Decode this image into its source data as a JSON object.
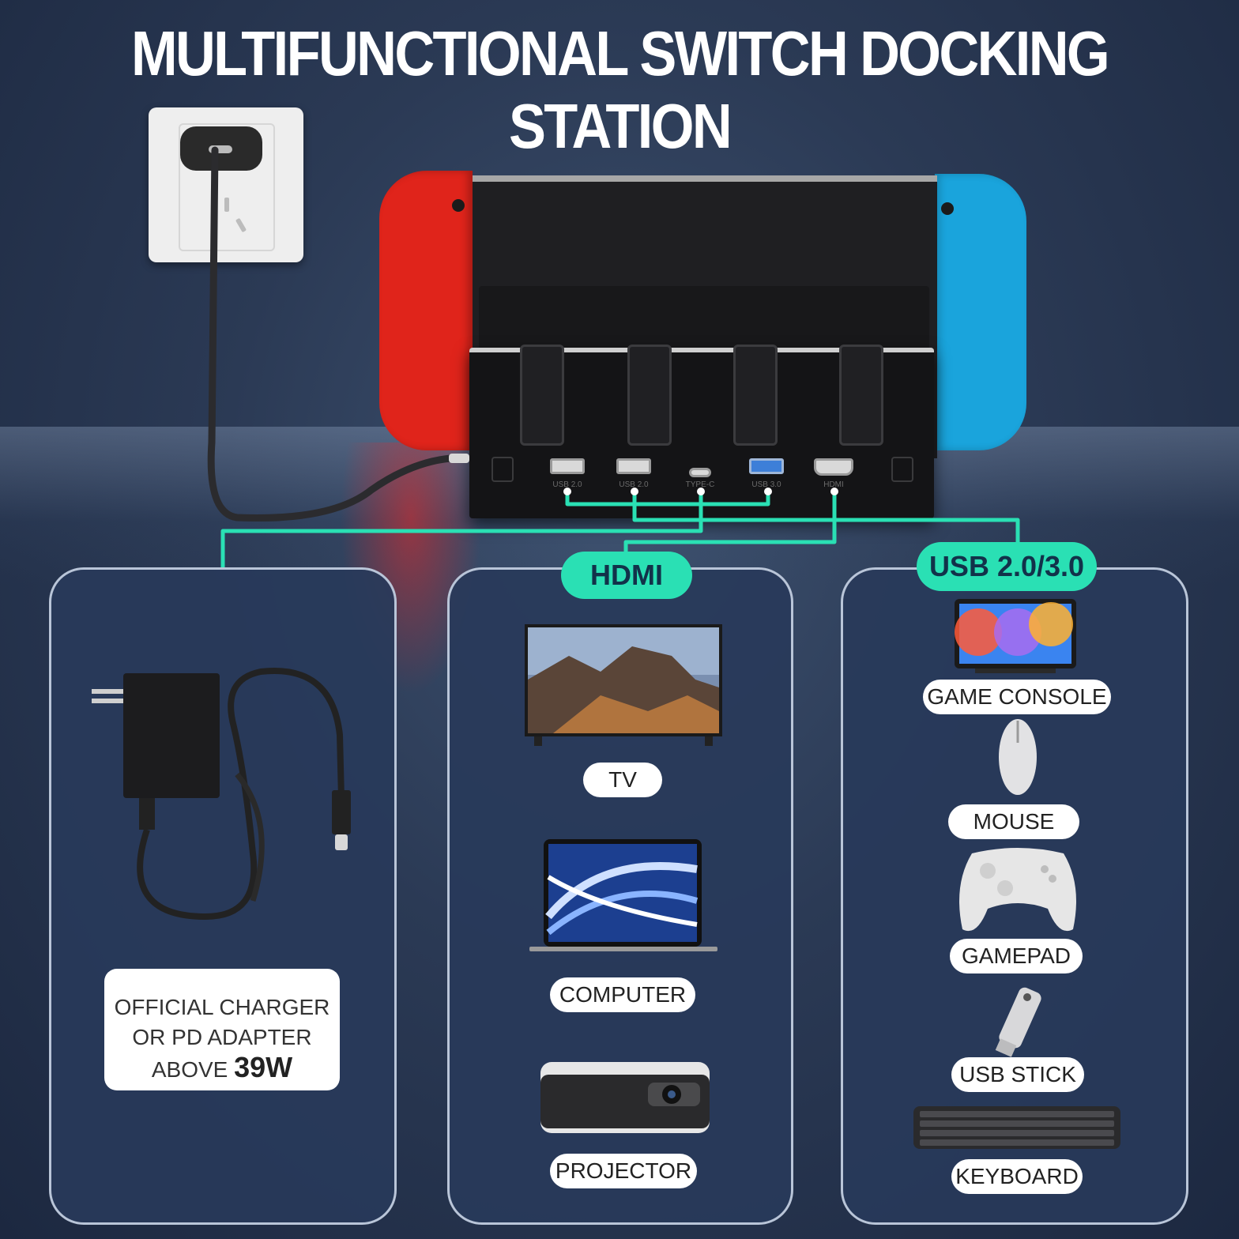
{
  "title": "MULTIFUNCTIONAL SWITCH DOCKING STATION",
  "ports": [
    "USB 2.0",
    "USB 2.0",
    "TYPE-C",
    "USB 3.0",
    "HDMI"
  ],
  "accent_color": "#2ae0b4",
  "panels": {
    "power": {
      "line1": "OFFICIAL CHARGER",
      "line2": "OR  PD ADAPTER",
      "line3_prefix": "ABOVE",
      "line3_value": "39W"
    },
    "hdmi": {
      "badge": "HDMI",
      "devices": [
        "TV",
        "COMPUTER",
        "PROJECTOR"
      ]
    },
    "usb": {
      "badge": "USB 2.0/3.0",
      "devices": [
        "GAME CONSOLE",
        "MOUSE",
        "GAMEPAD",
        "USB STICK",
        "KEYBOARD"
      ]
    }
  }
}
